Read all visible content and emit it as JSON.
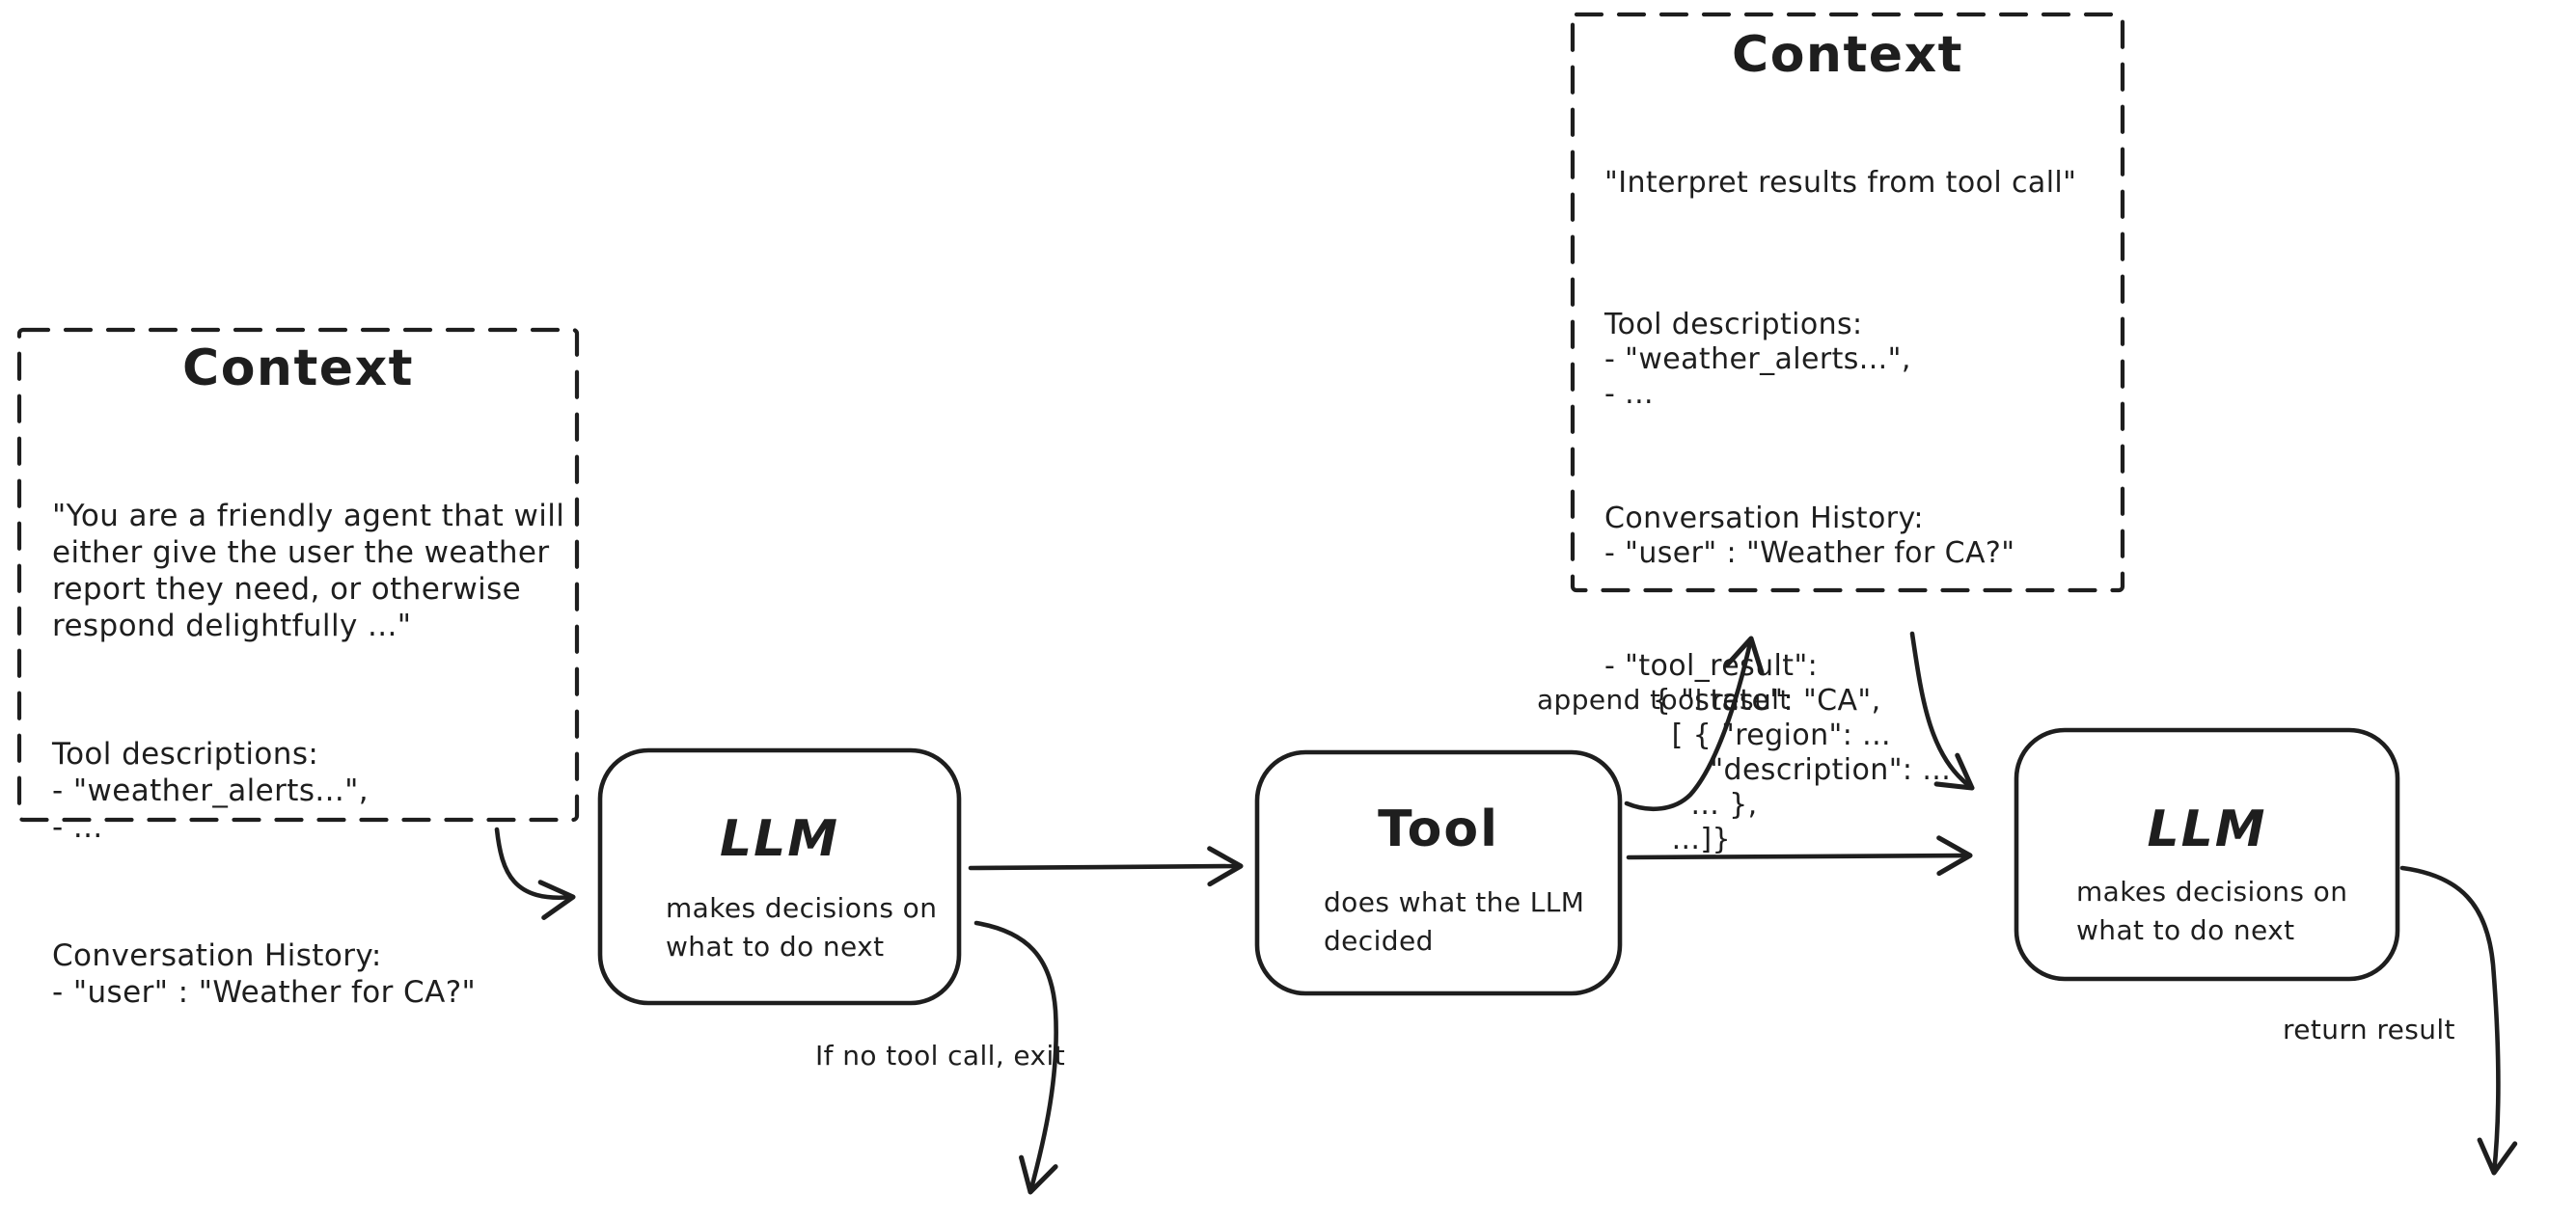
{
  "canvas": {
    "background": "#ffffff",
    "ink": "#1e1e1e"
  },
  "context_left": {
    "title": "Context",
    "system_prompt": "\"You are a friendly agent that will\neither give the user the weather\nreport they need, or otherwise\nrespond delightfully ...\"",
    "tool_descriptions": "Tool descriptions:\n- \"weather_alerts...\",\n- ...",
    "conversation_history": "Conversation History:\n- \"user\" : \"Weather for CA?\""
  },
  "context_top": {
    "title": "Context",
    "system_prompt": "\"Interpret results from tool call\"",
    "tool_descriptions": "Tool descriptions:\n- \"weather_alerts...\",\n- ...",
    "conversation_history": "Conversation History:\n- \"user\" : \"Weather for CA?\"",
    "tool_result": "- \"tool_result\":\n     { \"state\": \"CA\",\n       [ { \"region\": ...\n           \"description\": ...\n         ... },\n       ...]}"
  },
  "nodes": {
    "llm_1": {
      "title": "LLM",
      "subtitle": "makes decisions on\nwhat to do next"
    },
    "tool": {
      "title": "Tool",
      "subtitle": "does what the LLM\ndecided"
    },
    "llm_2": {
      "title": "LLM",
      "subtitle": "makes decisions on\nwhat to do next"
    }
  },
  "labels": {
    "append_tool_result": "append tool result",
    "if_no_tool_call_exit": "If no tool call, exit",
    "return_result": "return result"
  }
}
